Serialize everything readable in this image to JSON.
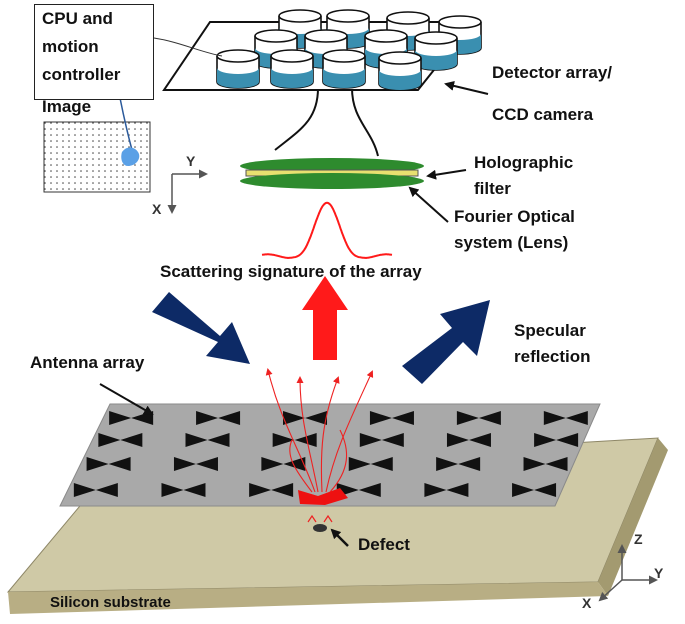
{
  "labels": {
    "cpu_line1": "CPU and",
    "cpu_line2": "motion",
    "cpu_line3": "controller",
    "image": "Image",
    "detector_line1": "Detector array/",
    "detector_line2": "CCD camera",
    "holo_line1": "Holographic",
    "holo_line2": "filter",
    "fourier_line1": "Fourier Optical",
    "fourier_line2": "system (Lens)",
    "scattering": "Scattering signature of the array",
    "specular_line1": "Specular",
    "specular_line2": "reflection",
    "antenna": "Antenna array",
    "defect": "Defect",
    "substrate": "Silicon substrate"
  },
  "axes_top": {
    "x": "X",
    "y": "Y"
  },
  "axes_bottom": {
    "x": "X",
    "y": "Y",
    "z": "Z"
  },
  "colors": {
    "substrate_top": "#cfc9a6",
    "substrate_side": "#b8ae84",
    "antenna_plate": "#a9a9a9",
    "antenna": "#111111",
    "beam": "#0d2a66",
    "scatter": "#ff1a1a",
    "lens": "#2e8b2e",
    "filter": "#e8e070",
    "detector_liquid": "#3a8fb0",
    "defect_patch": "#ee1111"
  }
}
